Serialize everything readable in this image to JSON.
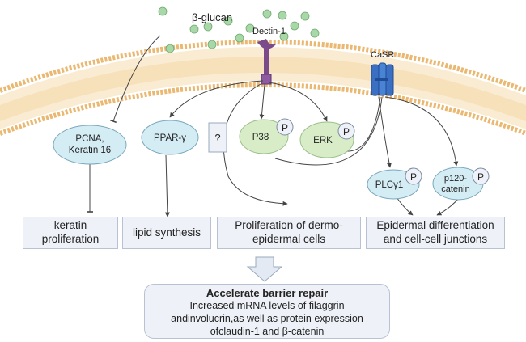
{
  "ligand": {
    "label": "β-glucan",
    "particle_color": "#a8d8a8"
  },
  "receptors": {
    "dectin": "Dectin-1",
    "casr": "CaSR"
  },
  "nodes": {
    "pcna": [
      "PCNA,",
      "Keratin 16"
    ],
    "ppar": "PPAR-γ",
    "unknown": "?",
    "p38": "P38",
    "erk": "ERK",
    "plc": "PLCγ1",
    "p120": [
      "p120-",
      "catenin"
    ],
    "phospho": "P"
  },
  "outcomes": {
    "keratin": [
      "keratin",
      "proliferation"
    ],
    "lipid": [
      "lipid synthesis"
    ],
    "prolif": [
      "Proliferation of dermo-",
      "epidermal cells"
    ],
    "epidermal": [
      "Epidermal differentiation",
      "and cell-cell junctions"
    ]
  },
  "final": {
    "title": "Accelerate barrier repair",
    "lines": [
      "Increased mRNA levels of filaggrin",
      "andinvolucrin,as well as protein expression",
      "ofclaudin-1 and β-catenin"
    ]
  },
  "colors": {
    "membrane": "#f5d9a8",
    "membrane_head": "#e8b060",
    "blue_node": "#d4ecf4",
    "green_node": "#d8ecc8",
    "dectin": "#7a4a8a",
    "casr": "#3a6fc4"
  }
}
